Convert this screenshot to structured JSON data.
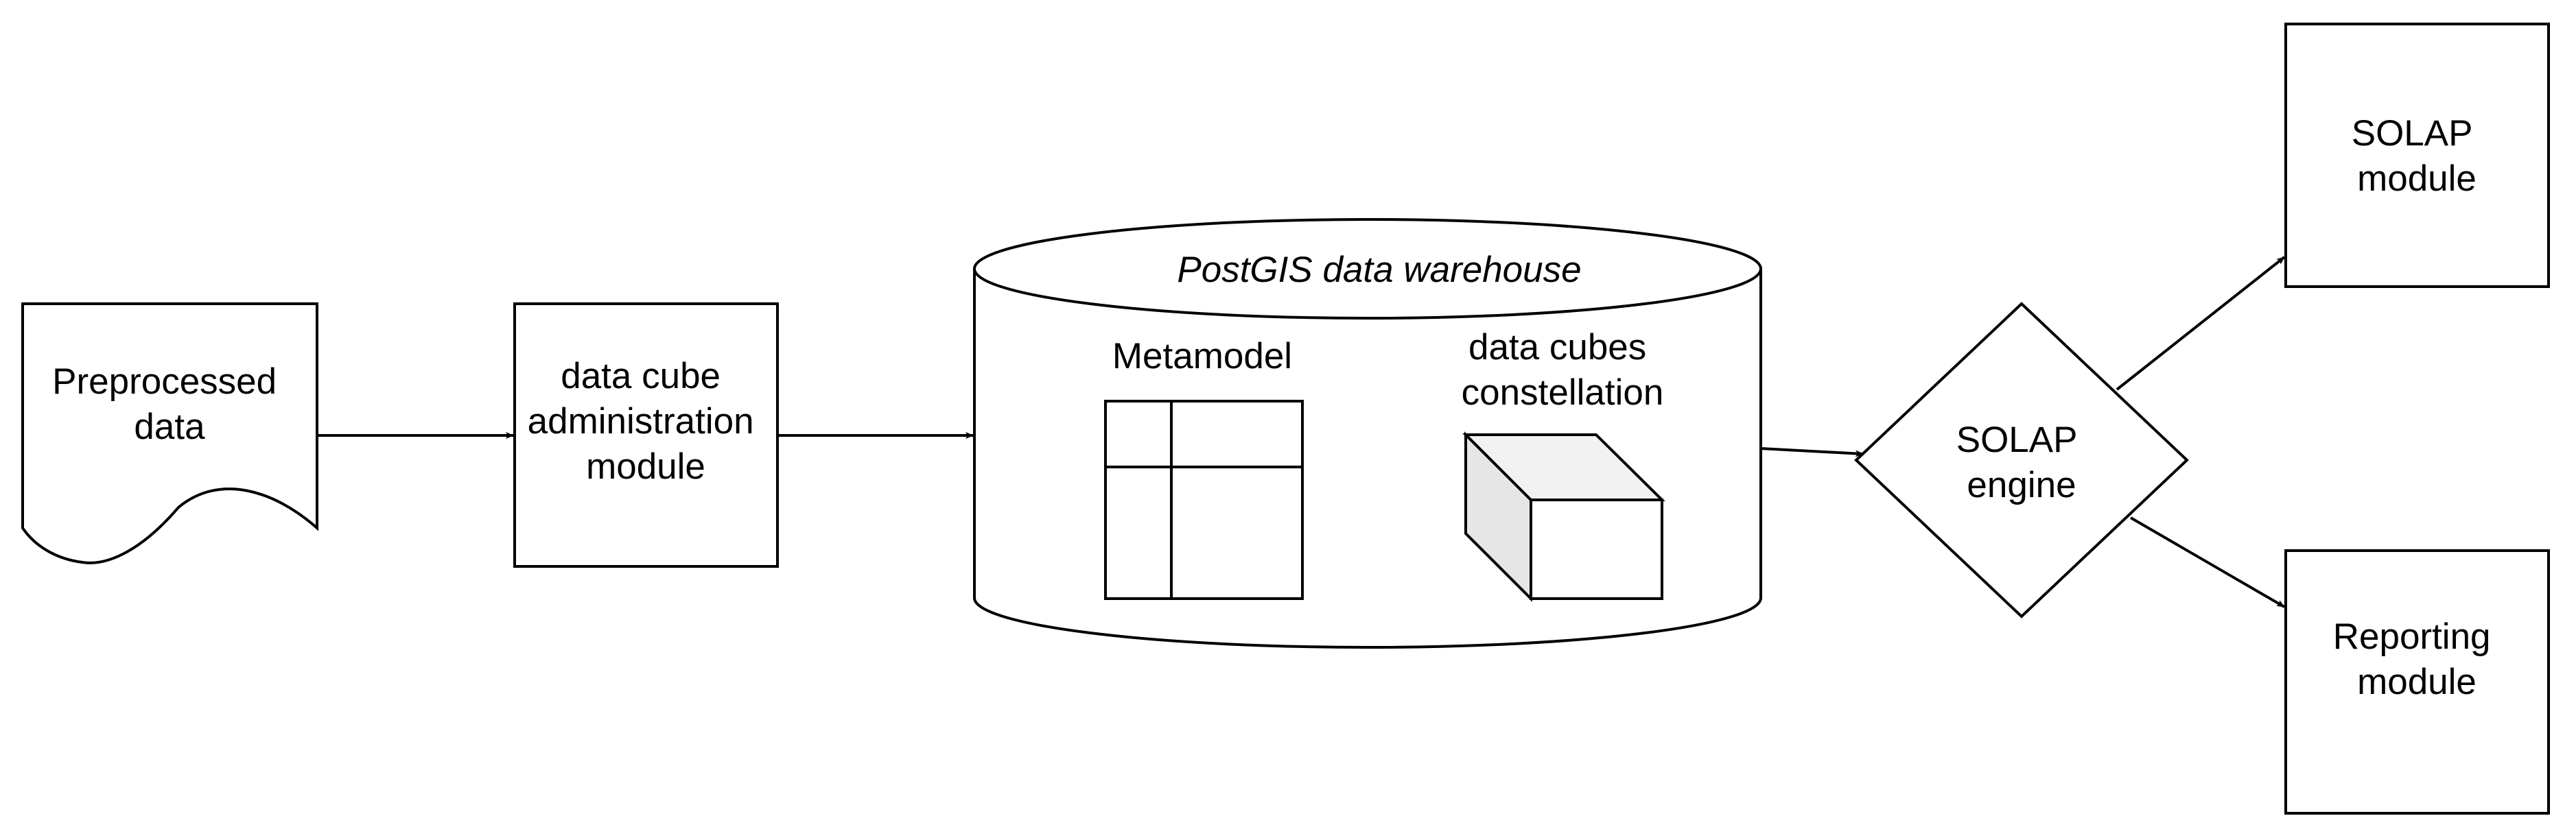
{
  "diagram": {
    "nodes": {
      "preprocessed": {
        "lines": [
          "Preprocessed",
          "data"
        ]
      },
      "admin": {
        "lines": [
          "data cube",
          "administration",
          "module"
        ]
      },
      "warehouse": {
        "title": "PostGIS data warehouse",
        "metamodel": "Metamodel",
        "cubes": [
          "data cubes",
          "constellation"
        ]
      },
      "engine": {
        "lines": [
          "SOLAP",
          "engine"
        ]
      },
      "solap_module": {
        "lines": [
          "SOLAP",
          "module"
        ]
      },
      "reporting": {
        "lines": [
          "Reporting",
          "module"
        ]
      }
    }
  }
}
